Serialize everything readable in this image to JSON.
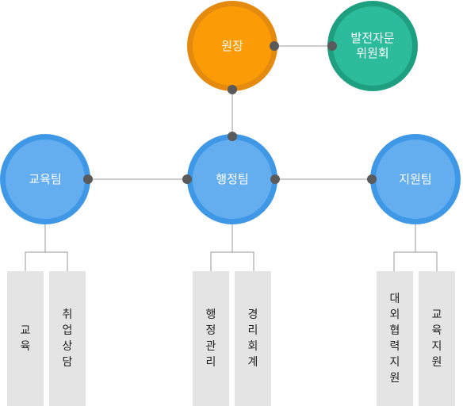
{
  "org": {
    "director": "원장",
    "advisory": "발전자문\n위원회",
    "admin_team": "행정팀",
    "edu_team": "교육팀",
    "support_team": "지원팀"
  },
  "units": {
    "edu": "교육",
    "job": "취업상담",
    "admin_mgmt": "행정관리",
    "accounting": "경리회계",
    "external": "대외협력지원",
    "edu_support": "교육지원"
  },
  "colors": {
    "director": "#fb9c06",
    "advisory": "#2dbc9b",
    "team": "#64aef0",
    "unit_box": "#e4e4e4",
    "connector_dot": "#5a5a5a",
    "line": "#999999"
  }
}
